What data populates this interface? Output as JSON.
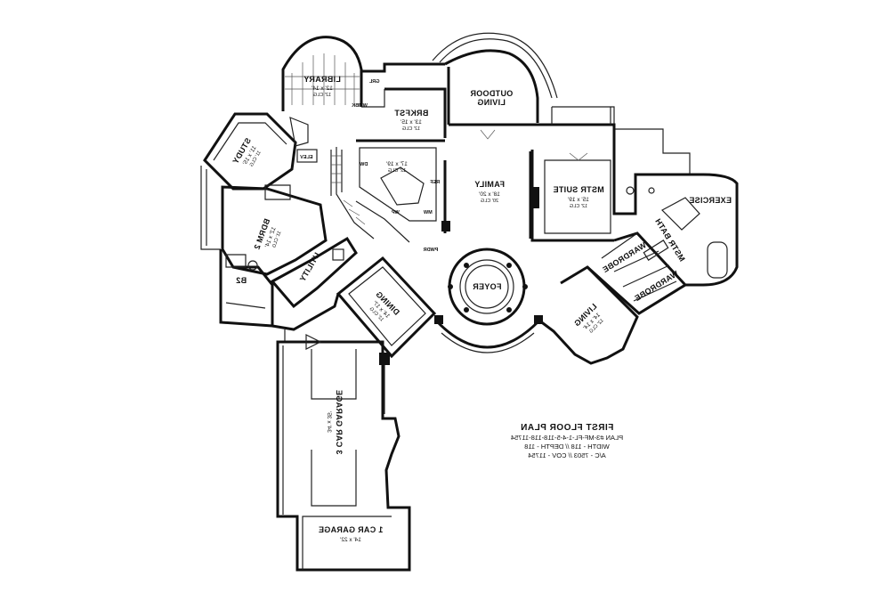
{
  "rooms": {
    "library": {
      "name": "LIBRARY",
      "dim": "12' x 14'",
      "clg": "12' CLG"
    },
    "brkfst": {
      "name": "BRKFST",
      "dim": "13' x 15'",
      "clg": "12' CLG"
    },
    "outdoor": {
      "name": "OUTDOOR",
      "name2": "LIVING"
    },
    "study": {
      "name": "STUDY",
      "dim": "11' x 15'",
      "clg": "11' CLG"
    },
    "kitchen": {
      "dim": "17' x 19'",
      "clg": "12' CLG"
    },
    "family": {
      "name": "FAMILY",
      "dim": "18' x 20'",
      "clg": "20' CLG"
    },
    "mstr_suite": {
      "name": "MSTR SUITE",
      "dim": "15' x 19'",
      "clg": "12' CLG"
    },
    "exercise": {
      "name": "EXERCISE"
    },
    "bdrm2": {
      "name": "BDRM 2",
      "dim": "12' x 14'",
      "clg": "11' CLG"
    },
    "utility": {
      "name": "UTILITY"
    },
    "b2": {
      "name": "B2"
    },
    "dining": {
      "name": "DINING",
      "dim": "14' x 17'",
      "clg": "12' CLG"
    },
    "foyer": {
      "name": "FOYER"
    },
    "living": {
      "name": "LIVING",
      "dim": "14' x 14'",
      "clg": "12' CLG"
    },
    "mstr_bath": {
      "name": "MSTR BATH"
    },
    "wardrobe1": {
      "name": "WARDROBE"
    },
    "wardrobe2": {
      "name": "WARDROBE"
    },
    "garage3": {
      "name": "3 CAR GARAGE",
      "dim": "34' x 35'"
    },
    "garage1": {
      "name": "1 CAR GARAGE",
      "dim": "14' x 22'"
    }
  },
  "small_labels": {
    "elev": "ELEV",
    "grl": "GRL",
    "wmbk": "WMBK",
    "dw": "DW",
    "mw": "MW",
    "wp": "WP",
    "ref": "REF",
    "pwdr": "PWDR"
  },
  "title_block": {
    "title": "FIRST FLOOR PLAN",
    "line1": "PLAN #3-MF-FL-1-4-5-118-118-11754",
    "line2": "WIDTH - 118 // DEPTH - 118",
    "line3": "A/C - 7503 // COV - 11754"
  }
}
